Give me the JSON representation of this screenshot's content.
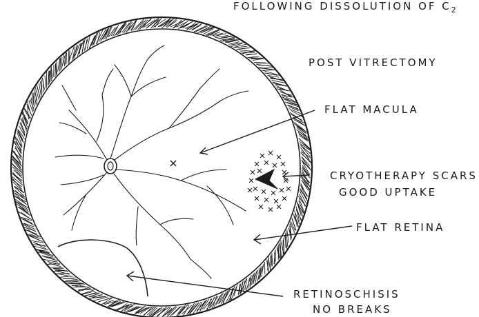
{
  "header": {
    "caption": "FOLLOWING DISSOLUTION OF C",
    "caption_subscript": "2"
  },
  "labels": {
    "post_vitrectomy": "POST VITRECTOMY",
    "flat_macula": "FLAT MACULA",
    "cryo_line1": "CRYOTHERAPY SCARS",
    "cryo_line2": "GOOD UPTAKE",
    "flat_retina": "FLAT RETINA",
    "schisis_line1": "RETINOSCHISIS",
    "schisis_line2": "NO BREAKS"
  },
  "colors": {
    "ink": "#1b1b1b",
    "paper": "#ffffff"
  }
}
